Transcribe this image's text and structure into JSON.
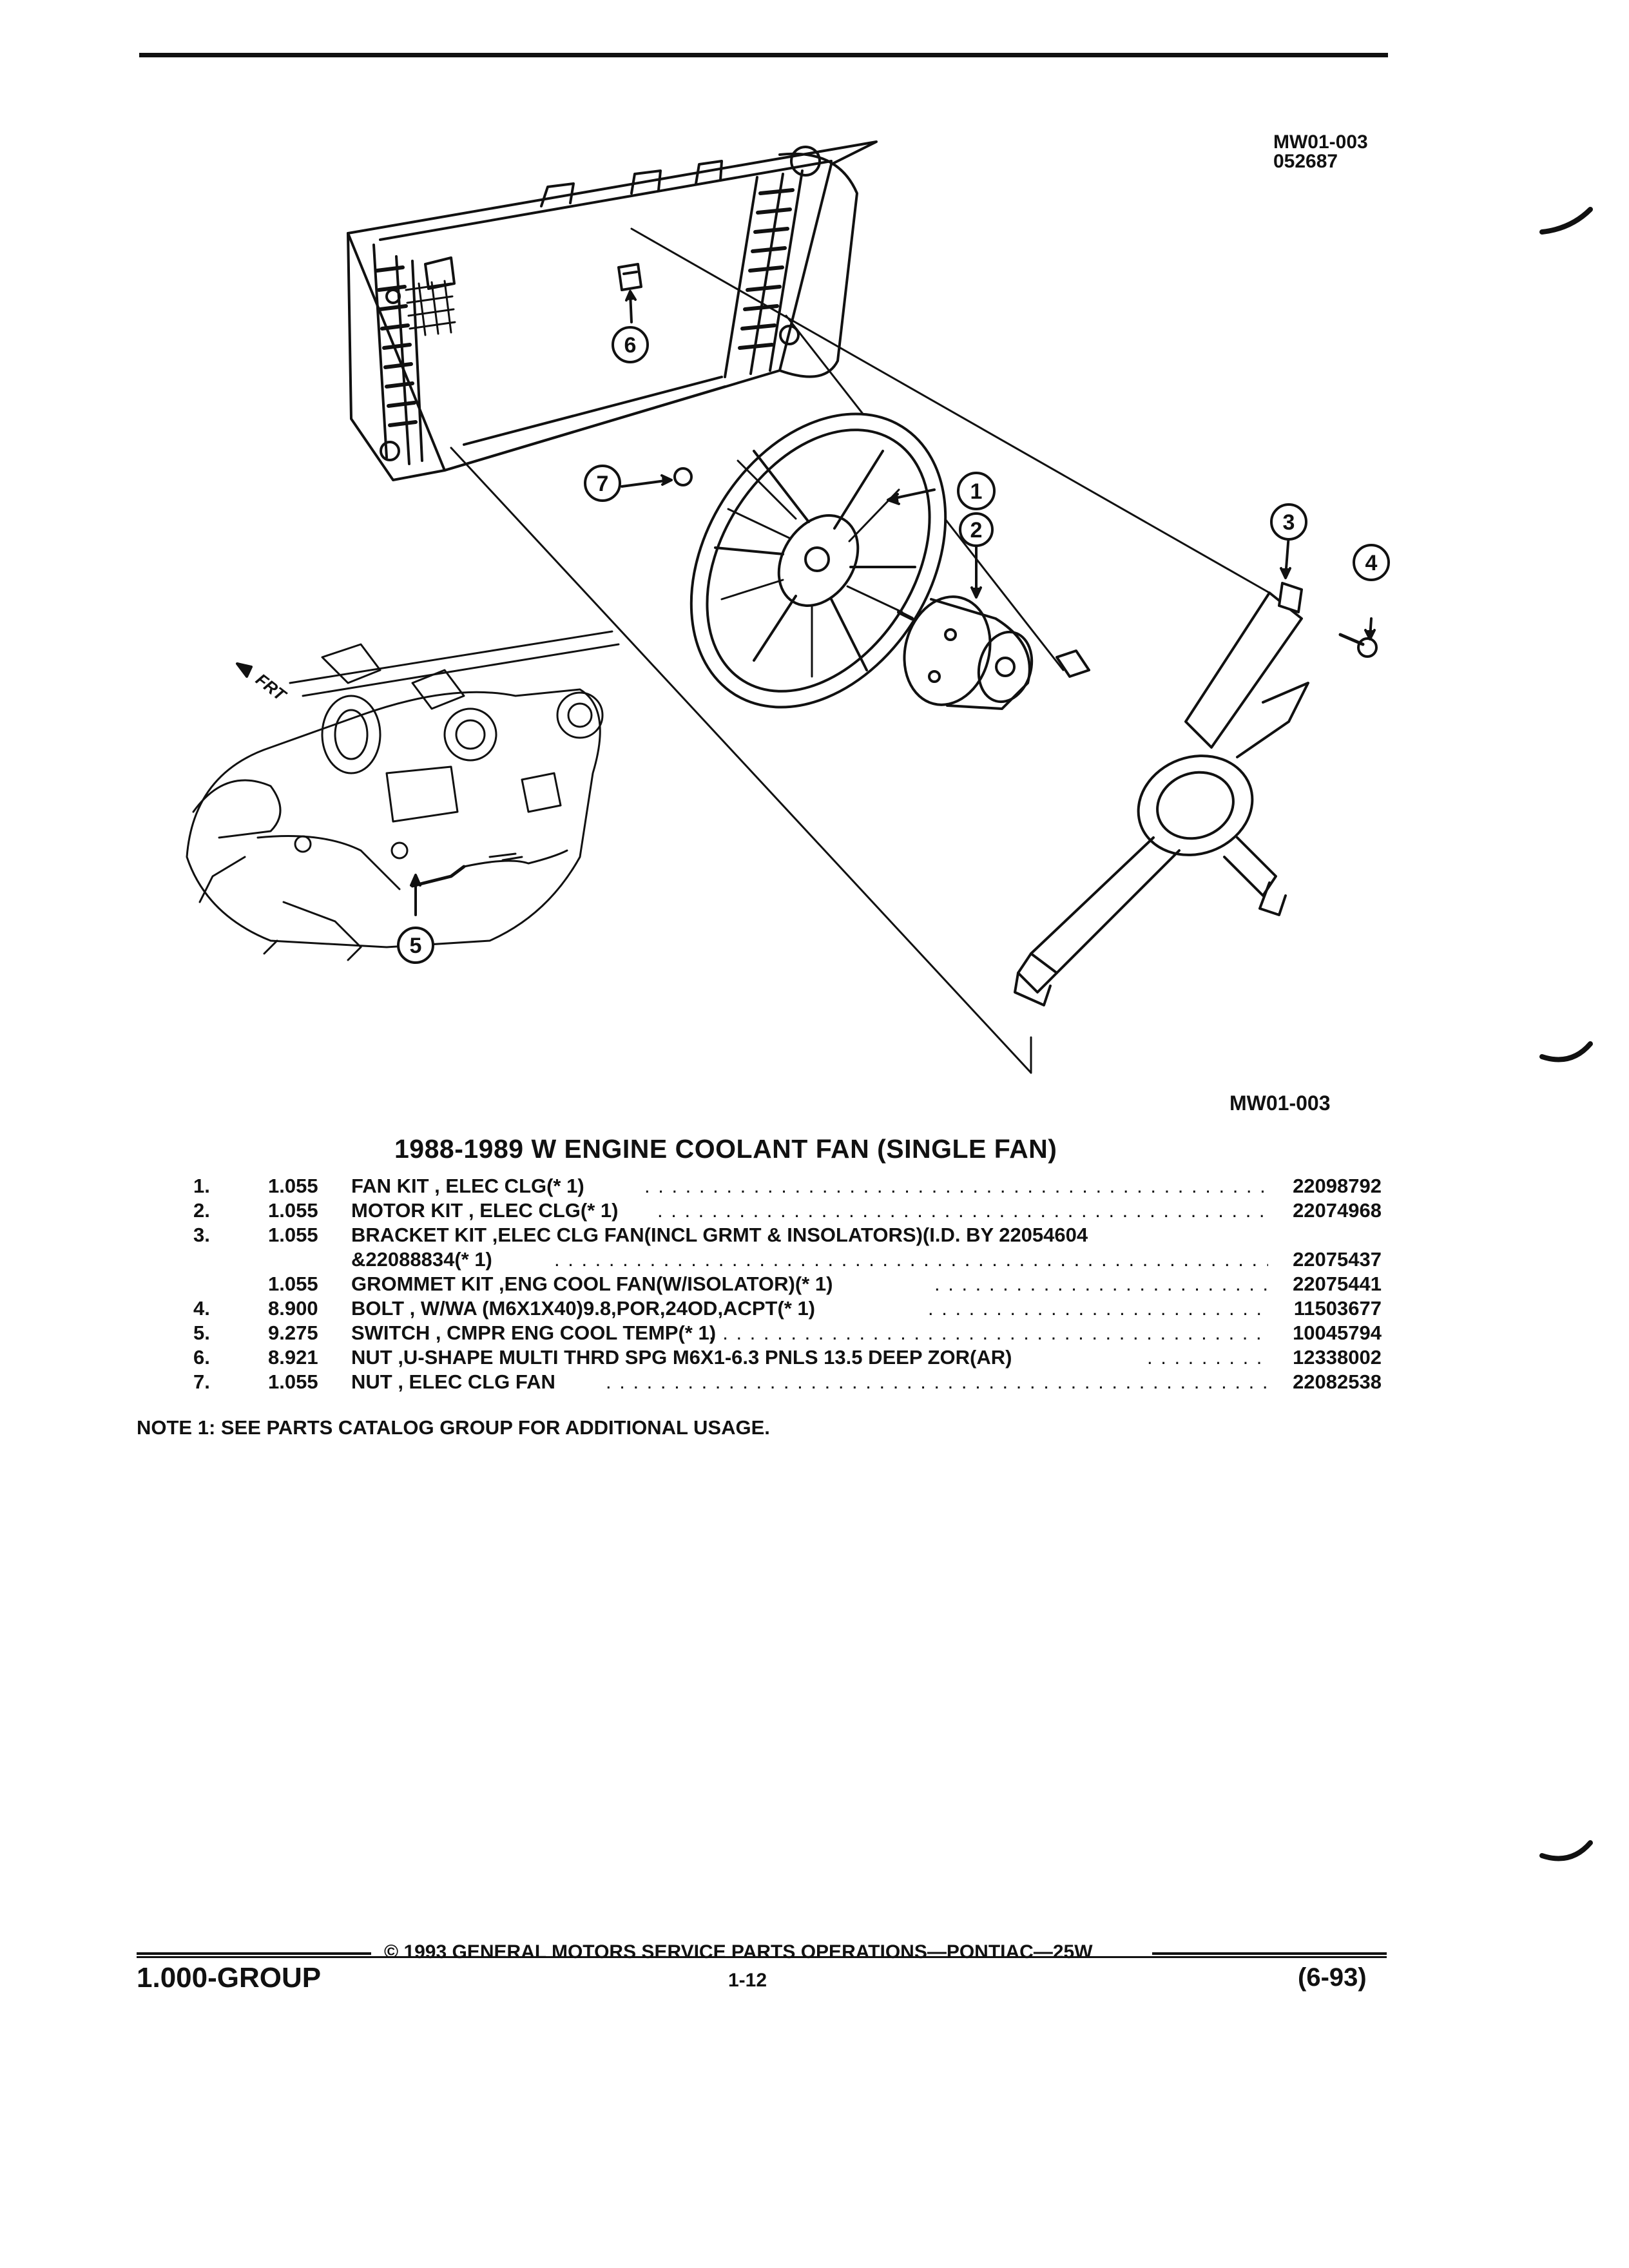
{
  "header": {
    "ref_code": "MW01-003",
    "ref_date": "052687"
  },
  "diagram": {
    "callouts": [
      "1",
      "2",
      "3",
      "4",
      "5",
      "6",
      "7"
    ],
    "front_label": "FRT",
    "caption_code": "MW01-003"
  },
  "title": "1988-1989 W ENGINE COOLANT FAN (SINGLE FAN)",
  "parts": [
    {
      "num": "1.",
      "group": "1.055",
      "desc": "FAN KIT , ELEC CLG(* 1)",
      "part": "22098792"
    },
    {
      "num": "2.",
      "group": "1.055",
      "desc": "MOTOR KIT , ELEC CLG(* 1)",
      "part": "22074968"
    },
    {
      "num": "3.",
      "group": "1.055",
      "desc": "BRACKET KIT ,ELEC CLG FAN(INCL GRMT & INSOLATORS)(I.D. BY 22054604",
      "desc_cont": "&22088834(* 1)",
      "part": "22075437"
    },
    {
      "num": "",
      "group": "1.055",
      "desc": "GROMMET KIT ,ENG COOL FAN(W/ISOLATOR)(* 1)",
      "part": "22075441"
    },
    {
      "num": "4.",
      "group": "8.900",
      "desc": "BOLT , W/WA (M6X1X40)9.8,POR,24OD,ACPT(* 1)",
      "part": "11503677"
    },
    {
      "num": "5.",
      "group": "9.275",
      "desc": "SWITCH , CMPR ENG COOL TEMP(* 1)",
      "part": "10045794"
    },
    {
      "num": "6.",
      "group": "8.921",
      "desc": "NUT ,U-SHAPE MULTI THRD SPG M6X1-6.3 PNLS 13.5 DEEP ZOR(AR)",
      "part": "12338002"
    },
    {
      "num": "7.",
      "group": "1.055",
      "desc": "NUT , ELEC CLG FAN",
      "part": "22082538"
    }
  ],
  "note": "NOTE 1: SEE PARTS CATALOG GROUP FOR ADDITIONAL USAGE.",
  "footer": {
    "copyright": "© 1993 GENERAL MOTORS SERVICE PARTS OPERATIONS—PONTIAC—25W",
    "group": "1.000-GROUP",
    "page": "1-12",
    "date": "(6-93)"
  }
}
